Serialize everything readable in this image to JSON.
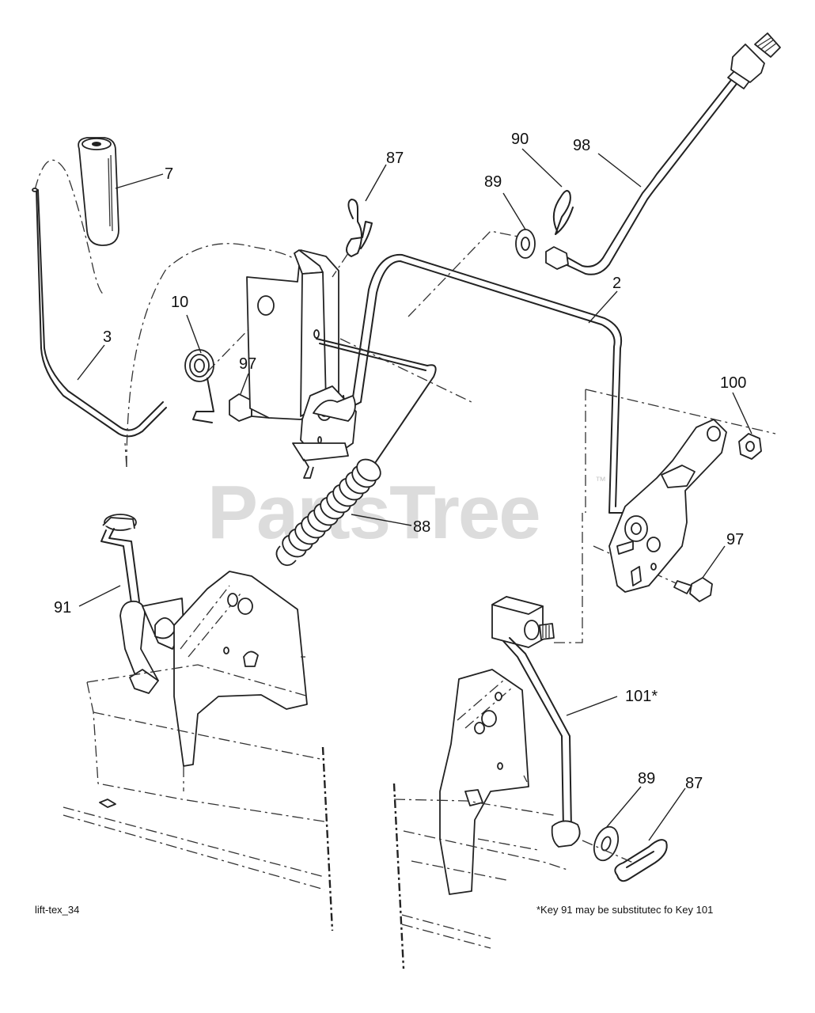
{
  "callouts": {
    "c7": "7",
    "c87_top": "87",
    "c90": "90",
    "c98": "98",
    "c89_top": "89",
    "c10": "10",
    "c3": "3",
    "c97_left": "97",
    "c2": "2",
    "c100": "100",
    "c88": "88",
    "c97_right": "97",
    "c91": "91",
    "c101": "101*",
    "c89_bottom": "89",
    "c87_bottom": "87"
  },
  "watermark": "PartsTree",
  "diagram_id": "lift-tex_34",
  "footnote": "*Key 91 may be substitutec fo Key 101",
  "icons": {
    "watermark": "trademark-symbol"
  }
}
